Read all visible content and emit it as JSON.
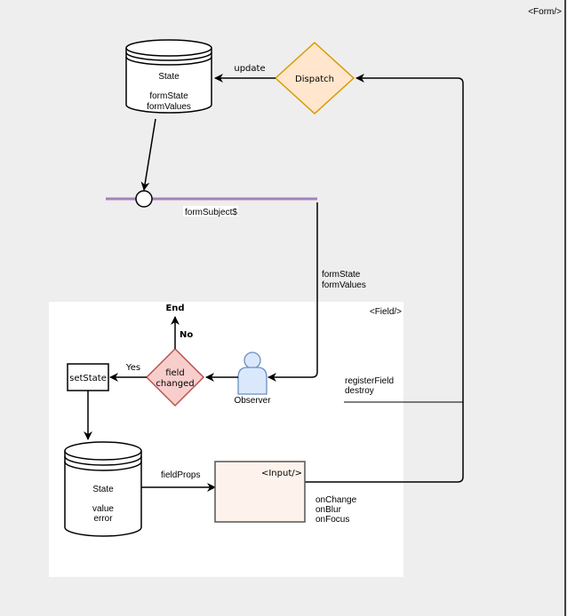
{
  "form_container": {
    "label": "<Form/>"
  },
  "field_container": {
    "label": "<Field/>"
  },
  "form_state": {
    "title": "State",
    "line1": "formState",
    "line2": "formValues"
  },
  "dispatch": {
    "label": "Dispatch"
  },
  "edges": {
    "update": "update",
    "form_subject": "formSubject$",
    "subject_out_line1": "formState",
    "subject_out_line2": "formValues",
    "register_line1": "registerField",
    "register_line2": "destroy",
    "yes": "Yes",
    "no": "No",
    "field_props": "fieldProps",
    "input_out_line1": "onChange",
    "input_out_line2": "onBlur",
    "input_out_line3": "onFocus"
  },
  "end_node": {
    "label": "End"
  },
  "field_changed": {
    "line1": "field",
    "line2": "changed"
  },
  "observer": {
    "label": "Observer"
  },
  "set_state": {
    "label": "setState"
  },
  "field_state": {
    "title": "State",
    "line1": "value",
    "line2": "error"
  },
  "input_box": {
    "label": "<Input/>"
  },
  "colors": {
    "background": "#eeeeee",
    "field_bg": "#ffffff",
    "dispatch_fill": "#ffe6cc",
    "dispatch_stroke": "#d79b00",
    "decision_fill": "#f8cecc",
    "decision_stroke": "#b85450",
    "observer_fill": "#dae8fc",
    "observer_stroke": "#6c8ebf",
    "subject_line": "#a680b8",
    "input_fill": "#fdf3ec",
    "input_stroke": "#555555"
  }
}
